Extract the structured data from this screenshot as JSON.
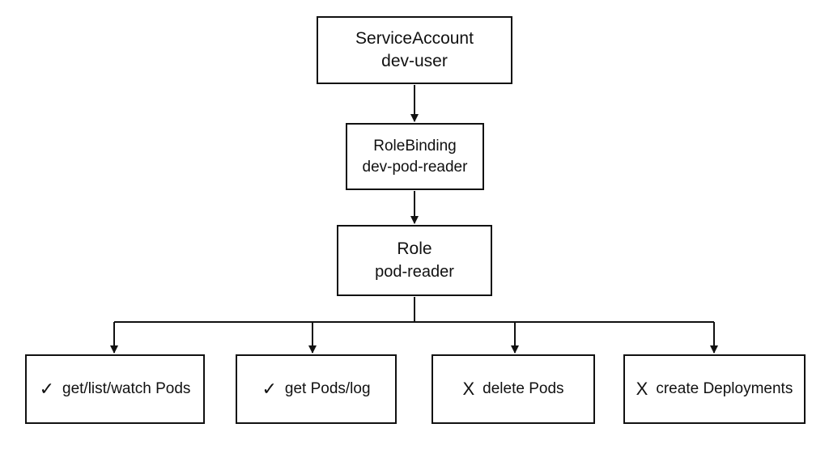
{
  "service_account": {
    "kind": "ServiceAccount",
    "name": "dev-user"
  },
  "role_binding": {
    "kind": "RoleBinding",
    "name": "dev-pod-reader"
  },
  "role": {
    "kind": "Role",
    "name": "pod-reader"
  },
  "permissions": [
    {
      "mark": "✓",
      "allowed": true,
      "label": "get/list/watch Pods"
    },
    {
      "mark": "✓",
      "allowed": true,
      "label": "get Pods/log"
    },
    {
      "mark": "X",
      "allowed": false,
      "label": "delete Pods"
    },
    {
      "mark": "X",
      "allowed": false,
      "label": "create Deployments"
    }
  ],
  "colors": {
    "stroke": "#111111",
    "background": "#ffffff"
  }
}
